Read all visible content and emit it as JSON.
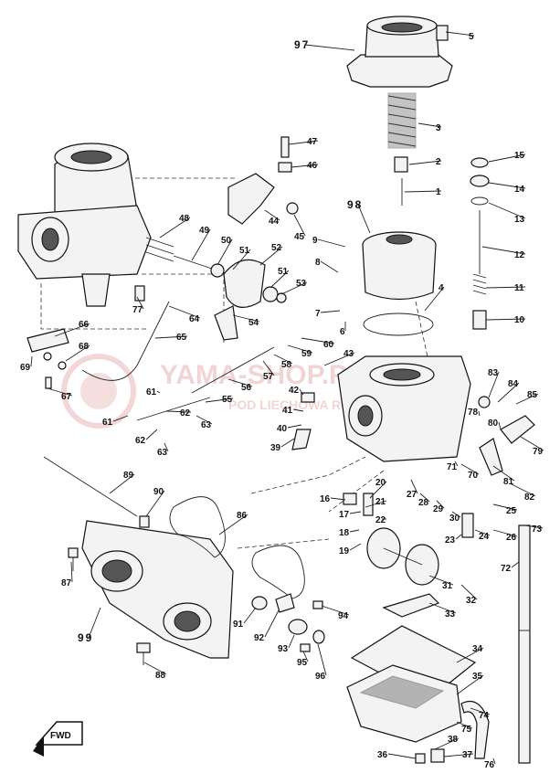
{
  "diagram": {
    "labels": [
      "1",
      "2",
      "3",
      "4",
      "5",
      "6",
      "7",
      "8",
      "9",
      "10",
      "11",
      "12",
      "13",
      "14",
      "15",
      "16",
      "17",
      "18",
      "19",
      "20",
      "21",
      "22",
      "23",
      "24",
      "25",
      "26",
      "27",
      "28",
      "29",
      "30",
      "31",
      "32",
      "33",
      "34",
      "35",
      "36",
      "37",
      "38",
      "39",
      "40",
      "41",
      "42",
      "43",
      "44",
      "45",
      "46",
      "47",
      "48",
      "49",
      "50",
      "51",
      "52",
      "53",
      "54",
      "55",
      "56",
      "57",
      "58",
      "59",
      "60",
      "61",
      "62",
      "63",
      "64",
      "65",
      "66",
      "67",
      "68",
      "69",
      "70",
      "71",
      "72",
      "73",
      "74",
      "75",
      "76",
      "77",
      "78",
      "79",
      "80",
      "81",
      "82",
      "83",
      "84",
      "85",
      "86",
      "87",
      "88",
      "89",
      "90",
      "91",
      "92",
      "93",
      "94",
      "95",
      "96",
      "97",
      "98",
      "99"
    ],
    "fwd_badge": "FWD",
    "watermark": "YAMA-SHOP.PL",
    "watermark_sub": "POD LIECHOWA RO"
  }
}
